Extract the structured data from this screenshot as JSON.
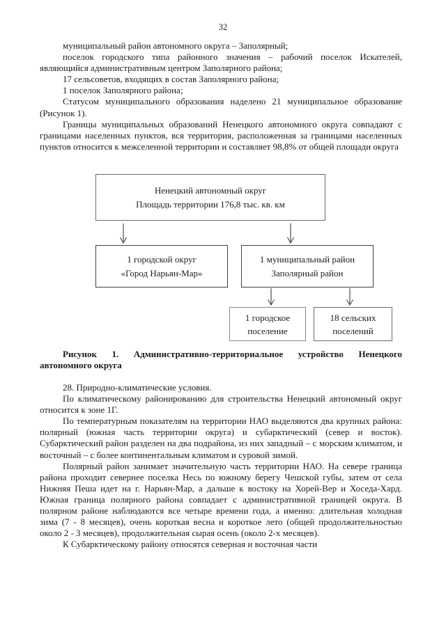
{
  "page": {
    "number": "32"
  },
  "content": {
    "before_figure": [
      "муниципальный район автономного округа – Заполярный;",
      "поселок городского типа районного значения – рабочий поселок Искателей, являющийся административным центром Заполярного района;",
      "17 сельсоветов, входящих в состав Заполярного района;",
      "1 поселок Заполярного района;",
      "Статусом муниципального образования наделено 21 муниципальное образование (Рисунок 1).",
      "Границы муниципальных образований Ненецкого автономного округа совпадают с границами населенных пунктов, вся территория, расположенная за границами населенных пунктов относится к межселенной территории и составляет 98,8% от общей площади округа"
    ],
    "after_figure": [
      "28. Природно-климатические условия.",
      "По климатическому районированию для строительства Ненецкий автономный округ относится к зоне 1Г.",
      "По температурным показателям на территории НАО выделяются два крупных района: полярный (южная часть территории округа) и субарктический (север и восток). Субарктический район разделен на два подрайона, из них западный – с морским климатом, и восточный – с более континентальным климатом и суровой зимой.",
      "Полярный район занимает значительную часть территории НАО. На севере граница района проходит севернее поселка Несь по южному берегу Чешской губы, затем от села Нижняя Пеша идет на г. Нарьян-Мар, а дальше к востоку на Хорей-Вер и Хоседа-Хард. Южная граница полярного района совпадает с административной границей округа. В полярном районе наблюдаются все четыре времени года, а именно: длительная холодная зима (7 - 8 месяцев), очень короткая весна и короткое лето (общей продолжительностью около 2 - 3 месяцев), продолжительная сырая осень (около 2-х месяцев).",
      "К Субарктическому району относятся северная и восточная части"
    ]
  },
  "figure": {
    "caption": "Рисунок 1. Административно-территориальное устройство Ненецкого автономного округа",
    "boxes": {
      "root": {
        "line1": "Ненецкий автономный округ",
        "line2": "Площадь территории 176,8 тыс. кв. км"
      },
      "city_okrug": {
        "line1": "1 городской округ",
        "line2": "«Город Нарьян-Мар»"
      },
      "municipal_district": {
        "line1": "1 муниципальный район",
        "line2": "Заполярный район"
      },
      "urban_settlement": {
        "line1": "1 городское",
        "line2": "поселение"
      },
      "rural_settlements": {
        "line1": "18 сельских",
        "line2": "поселений"
      }
    }
  },
  "colors": {
    "background": "#ffffff",
    "text": "#1c1c1c",
    "box_border": "#555555"
  }
}
